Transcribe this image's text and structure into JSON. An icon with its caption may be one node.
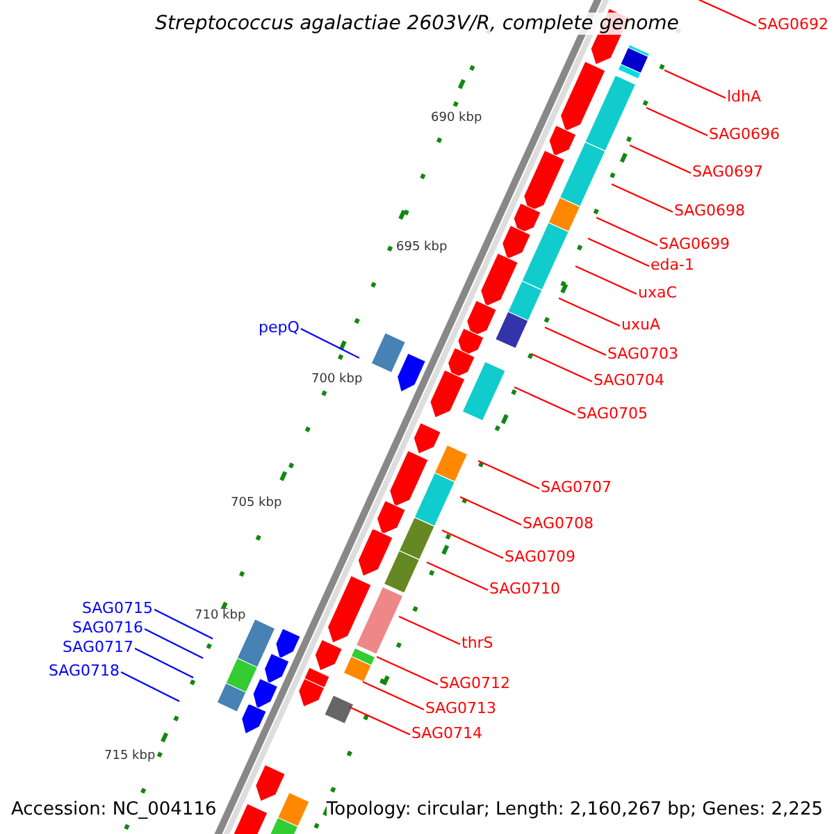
{
  "diagram": {
    "title": "Streptococcus agalactiae 2603V/R, complete genome",
    "nodes": [
      {
        "text": [
          "SAG0692"
        ]
      },
      {
        "text": [
          "ldhA"
        ]
      },
      {
        "text": [
          "SAG0696"
        ]
      },
      {
        "text": [
          "SAG0697"
        ]
      },
      {
        "text": [
          "SAG0698"
        ]
      },
      {
        "text": [
          "SAG0699"
        ]
      },
      {
        "text": [
          "eda-1"
        ]
      },
      {
        "text": [
          "uxaC"
        ]
      },
      {
        "text": [
          "uxuA"
        ]
      },
      {
        "text": [
          "SAG0703"
        ]
      },
      {
        "text": [
          "SAG0704"
        ]
      },
      {
        "text": [
          "SAG0705"
        ]
      },
      {
        "text": [
          "SAG0707"
        ]
      },
      {
        "text": [
          "SAG0708"
        ]
      },
      {
        "text": [
          "SAG0709"
        ]
      },
      {
        "text": [
          "SAG0710"
        ]
      },
      {
        "text": [
          "thrS"
        ]
      },
      {
        "text": [
          "SAG0712"
        ]
      },
      {
        "text": [
          "SAG0713"
        ]
      },
      {
        "text": [
          "SAG0714"
        ]
      },
      {
        "text": [
          "pepQ"
        ]
      },
      {
        "text": [
          "SAG0715"
        ]
      },
      {
        "text": [
          "SAG0716"
        ]
      },
      {
        "text": [
          "SAG0717"
        ]
      },
      {
        "text": [
          "SAG0718"
        ]
      }
    ],
    "edges": [
      {
        "from": 0,
        "to": null,
        "arrow": "none"
      },
      {
        "from": 1,
        "to": null,
        "arrow": "none"
      },
      {
        "from": 2,
        "to": null,
        "arrow": "none"
      },
      {
        "from": 3,
        "to": null,
        "arrow": "none"
      },
      {
        "from": 4,
        "to": null,
        "arrow": "none"
      },
      {
        "from": 5,
        "to": null,
        "arrow": "none"
      },
      {
        "from": 6,
        "to": null,
        "arrow": "none"
      },
      {
        "from": 7,
        "to": null,
        "arrow": "none"
      },
      {
        "from": 8,
        "to": null,
        "arrow": "none"
      },
      {
        "from": 9,
        "to": null,
        "arrow": "none"
      },
      {
        "from": 10,
        "to": null,
        "arrow": "none"
      },
      {
        "from": 11,
        "to": null,
        "arrow": "none"
      },
      {
        "from": 12,
        "to": null,
        "arrow": "none"
      },
      {
        "from": 13,
        "to": null,
        "arrow": "none"
      },
      {
        "from": 14,
        "to": null,
        "arrow": "none"
      },
      {
        "from": 15,
        "to": null,
        "arrow": "none"
      },
      {
        "from": 16,
        "to": null,
        "arrow": "none"
      },
      {
        "from": 17,
        "to": null,
        "arrow": "none"
      },
      {
        "from": 18,
        "to": null,
        "arrow": "none"
      },
      {
        "from": 19,
        "to": null,
        "arrow": "none"
      },
      {
        "from": 20,
        "to": null,
        "arrow": "none",
        "color": "#0000ff"
      },
      {
        "from": 21,
        "to": null,
        "arrow": "none",
        "color": "#0000ff"
      },
      {
        "from": 22,
        "to": null,
        "arrow": "none",
        "color": "#0000ff"
      },
      {
        "from": 23,
        "to": null,
        "arrow": "none",
        "color": "#0000ff"
      },
      {
        "from": 24,
        "to": null,
        "arrow": "none",
        "color": "#0000ff"
      }
    ],
    "labels": [
      "690 kbp",
      "695 kbp",
      "700 kbp",
      "705 kbp",
      "710 kbp",
      "715 kbp",
      "Accession: NC_004116",
      "Topology: circular; Length: 2,160,267 bp; Genes: 2,225"
    ]
  }
}
